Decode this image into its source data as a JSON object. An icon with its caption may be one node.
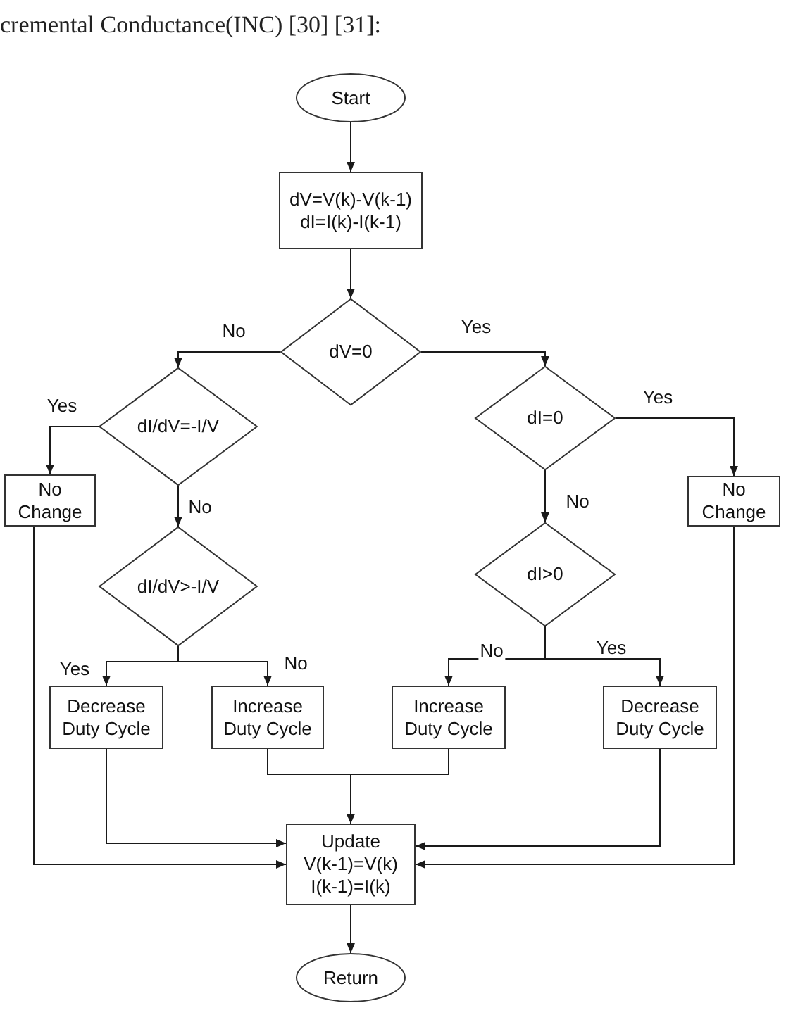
{
  "diagram": {
    "title": "cremental Conductance(INC) [30] [31]:",
    "nodes": [
      {
        "text": [
          "Start"
        ]
      },
      {
        "text": [
          "dV=V(k)-V(k-1)",
          "dI=I(k)-I(k-1)"
        ]
      },
      {
        "text": [
          "dV=0"
        ]
      },
      {
        "text": [
          "dI/dV=-I/V"
        ]
      },
      {
        "text": [
          "dI=0"
        ]
      },
      {
        "text": [
          "No Change"
        ]
      },
      {
        "text": [
          "No Change"
        ]
      },
      {
        "text": [
          "dI/dV>-I/V"
        ]
      },
      {
        "text": [
          "dI>0"
        ]
      },
      {
        "text": [
          "Decrease Duty Cycle"
        ]
      },
      {
        "text": [
          "Increase Duty Cycle"
        ]
      },
      {
        "text": [
          "Increase Duty Cycle"
        ]
      },
      {
        "text": [
          "Decrease Duty Cycle"
        ]
      },
      {
        "text": [
          "Update",
          "V(k-1)=V(k)",
          "I(k-1)=I(k)"
        ]
      },
      {
        "text": [
          "Return"
        ]
      }
    ],
    "edges": [
      {
        "from": 0,
        "to": 1,
        "arrow": "to"
      },
      {
        "from": 1,
        "to": 2,
        "arrow": "to"
      },
      {
        "from": 2,
        "to": 3,
        "arrow": "to",
        "label": "No"
      },
      {
        "from": 2,
        "to": 4,
        "arrow": "to",
        "label": "Yes"
      },
      {
        "from": 3,
        "to": 5,
        "arrow": "to",
        "label": "Yes"
      },
      {
        "from": 3,
        "to": 7,
        "arrow": "to",
        "label": "No"
      },
      {
        "from": 4,
        "to": 6,
        "arrow": "to",
        "label": "Yes"
      },
      {
        "from": 4,
        "to": 8,
        "arrow": "to",
        "label": "No"
      },
      {
        "from": 7,
        "to": 9,
        "arrow": "to",
        "label": "Yes"
      },
      {
        "from": 7,
        "to": 10,
        "arrow": "to",
        "label": "No"
      },
      {
        "from": 8,
        "to": 11,
        "arrow": "to",
        "label": "No"
      },
      {
        "from": 8,
        "to": 12,
        "arrow": "to",
        "label": "Yes"
      },
      {
        "from": 9,
        "to": 13,
        "arrow": "to"
      },
      {
        "from": 10,
        "to": 13,
        "arrow": "to"
      },
      {
        "from": 11,
        "to": 13,
        "arrow": "to"
      },
      {
        "from": 12,
        "to": 13,
        "arrow": "to"
      },
      {
        "from": 5,
        "to": 13,
        "arrow": "to"
      },
      {
        "from": 6,
        "to": 13,
        "arrow": "to"
      },
      {
        "from": 13,
        "to": 14,
        "arrow": "to"
      }
    ]
  }
}
